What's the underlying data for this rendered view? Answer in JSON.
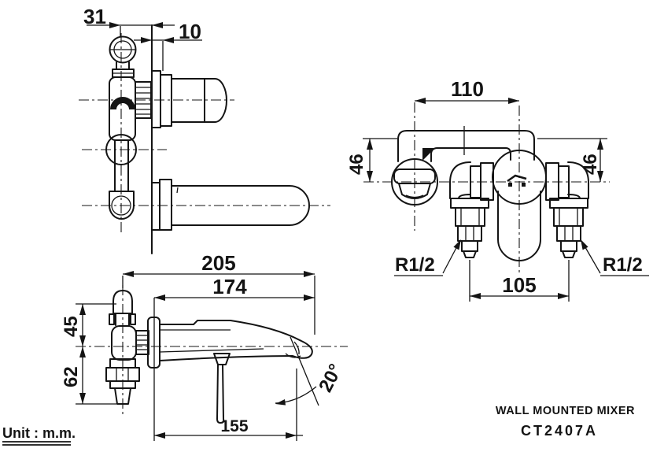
{
  "title_block": {
    "product_name": "WALL MOUNTED MIXER",
    "model_code": "CT2407A",
    "unit_note": "Unit : m.m."
  },
  "views": {
    "side_view_upper": {
      "description": "upper side elevation of mixer valve with spout",
      "dims": {
        "handle_offset": "31",
        "escutcheon_depth": "10"
      }
    },
    "top_view": {
      "description": "plan view of spout arch, mixer body and inlet elbows",
      "dims": {
        "spout_center_to_body": "110",
        "left_drop": "46",
        "right_drop": "46",
        "inlet_spacing": "105"
      },
      "labels": {
        "thread_left": "R1/2",
        "thread_right": "R1/2"
      }
    },
    "side_view_lower": {
      "description": "lower side elevation with lever and spray angle",
      "dims": {
        "overall_depth": "205",
        "wall_to_tip": "174",
        "above_axis": "45",
        "below_axis": "62",
        "wall_to_outlet": "155",
        "spray_angle": "20°"
      }
    }
  },
  "colors": {
    "line": "#141414",
    "background": "#ffffff"
  }
}
